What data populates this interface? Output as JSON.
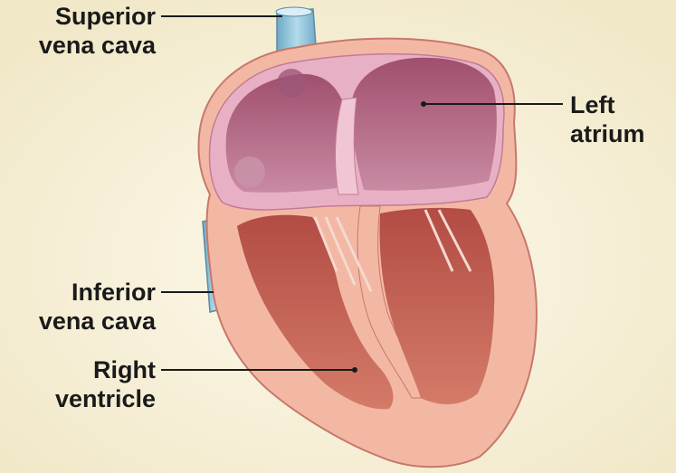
{
  "labels": {
    "superior_vena_cava": {
      "line1": "Superior",
      "line2": "vena cava"
    },
    "left_atrium": {
      "line1": "Left",
      "line2": "atrium"
    },
    "inferior_vena_cava": {
      "line1": "Inferior",
      "line2": "vena cava"
    },
    "right_ventricle": {
      "line1": "Right",
      "line2": "ventricle"
    }
  },
  "colors": {
    "background": "#fbf6e3",
    "myocardium": "#f4b7a6",
    "atrial_wall": "#e6a7bf",
    "atrial_chamber": "#b0607c",
    "ventricle_chamber": "#c25a4c",
    "vena_cava": "#8fc3d9",
    "leader_line": "#1a1a1a"
  }
}
